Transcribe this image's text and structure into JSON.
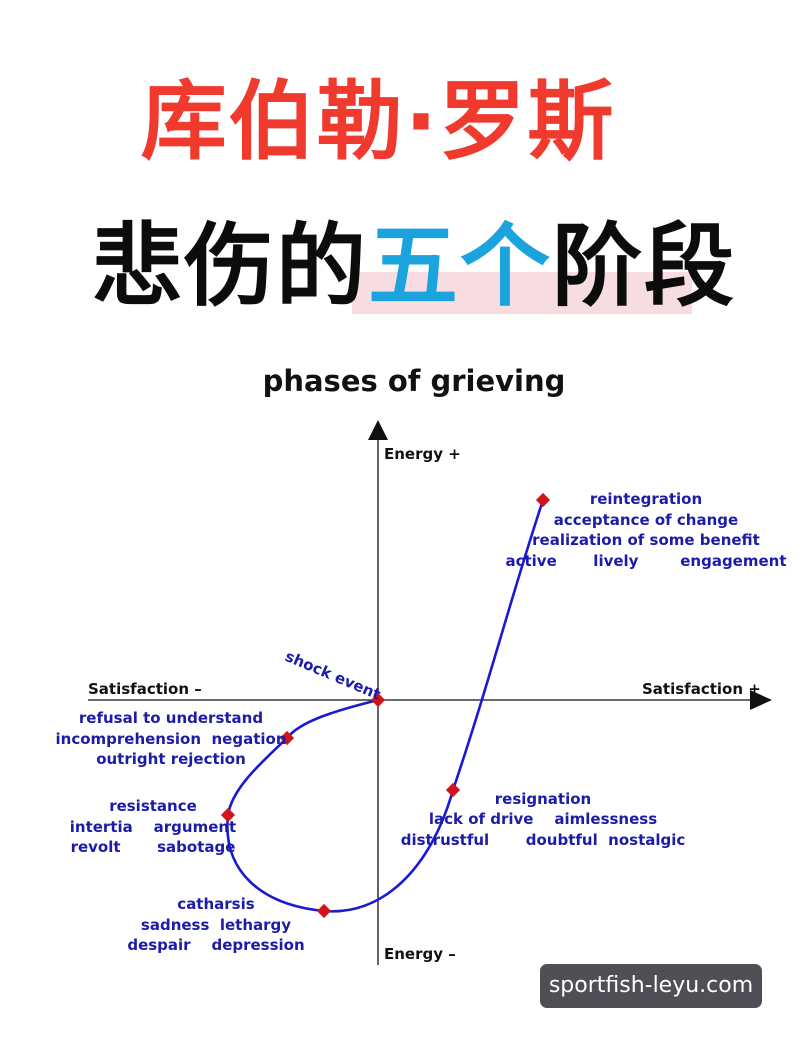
{
  "heading": {
    "line1": "库伯勒·罗斯",
    "line2_before": "悲伤的",
    "line2_accent": "五个",
    "line2_after": "阶段",
    "colors": {
      "line1": "#f03a2e",
      "line2": "#0c0c0c",
      "accent": "#1aa3dc",
      "highlight": "#f7dde2"
    }
  },
  "diagram": {
    "title": "phases of grieving",
    "axes": {
      "y_top": "Energy +",
      "y_bottom": "Energy –",
      "x_left": "Satisfaction –",
      "x_right": "Satisfaction +"
    },
    "curve_label": "shock event",
    "phases": {
      "denial": [
        "refusal to understand",
        "incomprehension  negation",
        "outright rejection"
      ],
      "anger": [
        "resistance",
        "intertia    argument",
        "revolt       sabotage"
      ],
      "depression": [
        "catharsis",
        "sadness  lethargy",
        "despair    depression"
      ],
      "acceptance": [
        "resignation",
        "lack of drive    aimlessness",
        "distrustful       doubtful  nostalgic"
      ],
      "integration": [
        "reintegration",
        "acceptance of change",
        "realization of some benefit",
        "active       lively        engagement"
      ]
    },
    "colors": {
      "curve": "#1a1ad0",
      "marker": "#d0141a",
      "text": "#1c1ca8",
      "axis": "#111111"
    }
  },
  "watermark": "sportfish-leyu.com"
}
